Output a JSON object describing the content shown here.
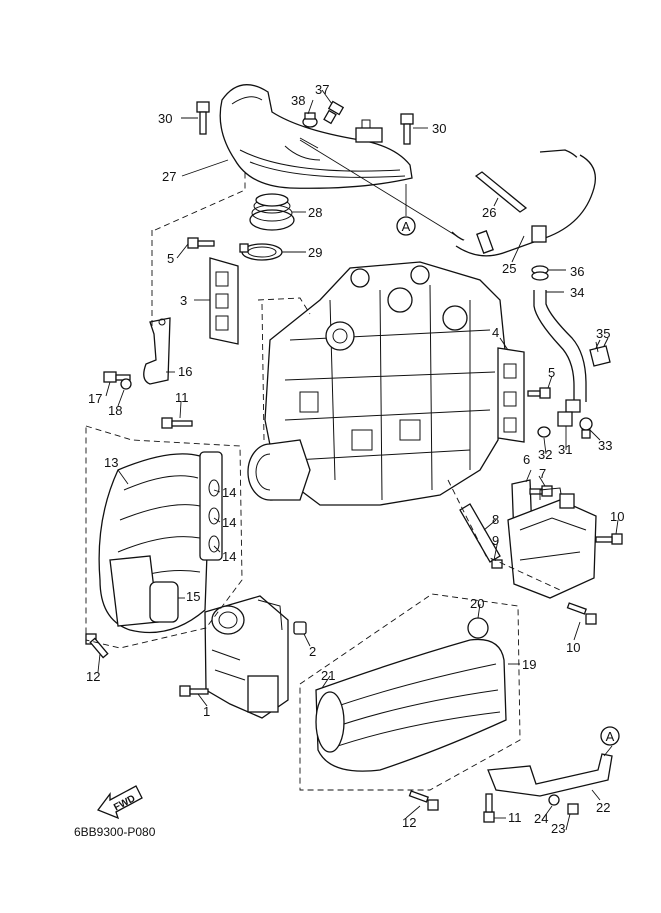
{
  "diagram": {
    "figure_code": "6BB9300-P080",
    "fwd_label": "FWD",
    "ref_marker": "A",
    "callouts": [
      "1",
      "2",
      "3",
      "4",
      "5",
      "5",
      "6",
      "7",
      "8",
      "9",
      "10",
      "10",
      "11",
      "11",
      "12",
      "12",
      "13",
      "14",
      "14",
      "14",
      "15",
      "16",
      "17",
      "18",
      "19",
      "20",
      "21",
      "22",
      "23",
      "24",
      "25",
      "26",
      "27",
      "28",
      "29",
      "30",
      "30",
      "31",
      "32",
      "33",
      "34",
      "35",
      "36",
      "37",
      "38"
    ]
  }
}
